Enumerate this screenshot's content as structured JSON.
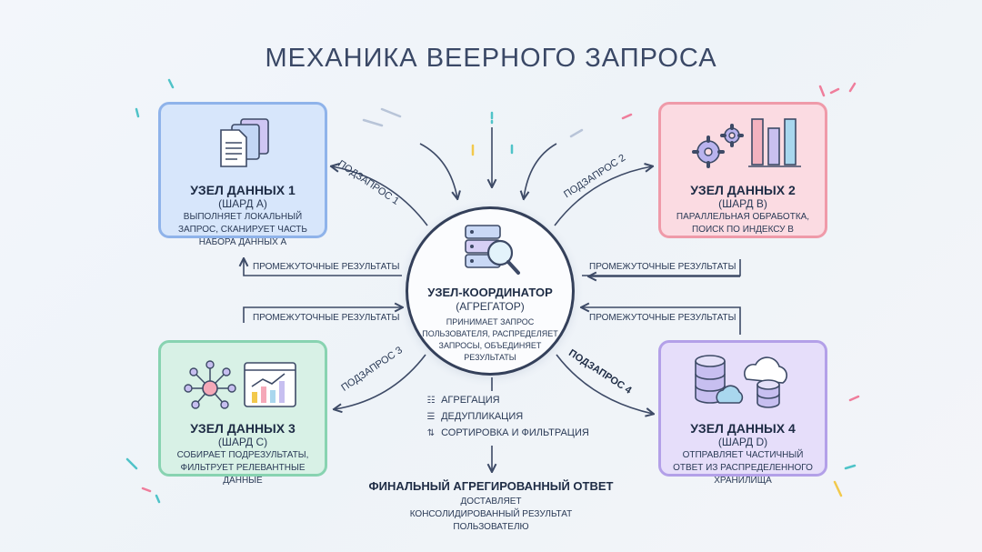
{
  "title": "МЕХАНИКА ВЕЕРНОГО ЗАПРОСА",
  "coordinator": {
    "heading": "УЗЕЛ-КООРДИНАТОР",
    "subheading": "(АГРЕГАТОР)",
    "description": "ПРИНИМАЕТ ЗАПРОС ПОЛЬЗОВАТЕЛЯ, РАСПРЕДЕЛЯЕТ ЗАПРОСЫ, ОБЪЕДИНЯЕТ РЕЗУЛЬТАТЫ",
    "icon": "server-search-icon"
  },
  "nodes": [
    {
      "heading": "УЗЕЛ ДАННЫХ 1",
      "subheading": "(ШАРД A)",
      "description": "ВЫПОЛНЯЕТ ЛОКАЛЬНЫЙ ЗАПРОС, СКАНИРУЕТ ЧАСТЬ НАБОРА ДАННЫХ A",
      "icon": "documents-icon",
      "color": "#8fb3ea"
    },
    {
      "heading": "УЗЕЛ ДАННЫХ 2",
      "subheading": "(ШАРД B)",
      "description": "ПАРАЛЛЕЛЬНАЯ ОБРАБОТКА, ПОИСК ПО ИНДЕКСУ B",
      "icon": "gears-bars-icon",
      "color": "#ef9aa9"
    },
    {
      "heading": "УЗЕЛ ДАННЫХ 3",
      "subheading": "(ШАРД C)",
      "description": "СОБИРАЕТ ПОДРЕЗУЛЬТАТЫ, ФИЛЬТРУЕТ РЕЛЕВАНТНЫЕ ДАННЫЕ",
      "icon": "network-chart-icon",
      "color": "#88d3b1"
    },
    {
      "heading": "УЗЕЛ ДАННЫХ 4",
      "subheading": "(ШАРД D)",
      "description": "ОТПРАВЛЯЕТ ЧАСТИЧНЫЙ ОТВЕТ ИЗ РАСПРЕДЕЛЕННОГО ХРАНИЛИЩА",
      "icon": "database-cloud-icon",
      "color": "#b3a0e8"
    }
  ],
  "subqueries": [
    "ПОДЗАПРОС 1",
    "ПОДЗАПРОС 2",
    "ПОДЗАПРОС 3",
    "ПОДЗАПРОС 4"
  ],
  "intermediate_results": [
    "ПРОМЕЖУТОЧНЫЕ РЕЗУЛЬТАТЫ",
    "ПРОМЕЖУТОЧНЫЕ РЕЗУЛЬТАТЫ",
    "ПРОМЕЖУТОЧНЫЕ РЕЗУЛЬТАТЫ",
    "ПРОМЕЖУТОЧНЫЕ РЕЗУЛЬТАТЫ"
  ],
  "steps": [
    {
      "label": "АГРЕГАЦИЯ",
      "icon": "hierarchy-icon"
    },
    {
      "label": "ДЕДУПЛИКАЦИЯ",
      "icon": "stack-icon"
    },
    {
      "label": "СОРТИРОВКА И ФИЛЬТРАЦИЯ",
      "icon": "sort-icon"
    }
  ],
  "final": {
    "heading": "ФИНАЛЬНЫЙ АГРЕГИРОВАННЫЙ ОТВЕТ",
    "description": "ДОСТАВЛЯЕТ КОНСОЛИДИРОВАННЫЙ РЕЗУЛЬТАТ ПОЛЬЗОВАТЕЛЮ"
  },
  "colors": {
    "text": "#2f3a52",
    "arrow": "#3d4a66",
    "accent_cyan": "#4fc3c8",
    "accent_yellow": "#f2c94c",
    "accent_pink": "#ef7d9b"
  }
}
